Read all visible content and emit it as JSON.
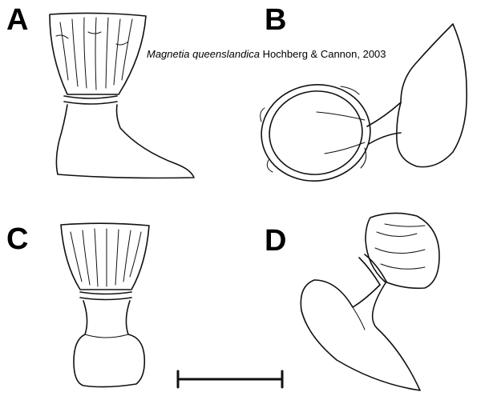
{
  "panels": [
    {
      "id": "A",
      "label": "A"
    },
    {
      "id": "B",
      "label": "B"
    },
    {
      "id": "C",
      "label": "C"
    },
    {
      "id": "D",
      "label": "D"
    }
  ],
  "caption": {
    "species": "Magnetia queenslandica",
    "authority": "Hochberg & Cannon, 2003"
  }
}
